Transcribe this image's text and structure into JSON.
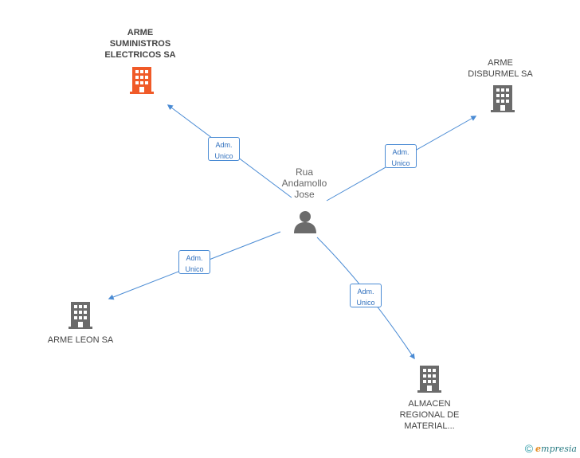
{
  "center": {
    "name": "Rua\nAndamollo\nJose",
    "icon": "person-icon"
  },
  "nodes": [
    {
      "id": "arme-suministros",
      "name": "ARME\nSUMINISTROS\nELECTRICOS SA",
      "icon": "building-icon",
      "color": "#f05a28",
      "highlight": true
    },
    {
      "id": "arme-disburmel",
      "name": "ARME\nDISBURMEL SA",
      "icon": "building-icon",
      "color": "#6b6b6b",
      "highlight": false
    },
    {
      "id": "arme-leon",
      "name": "ARME LEON SA",
      "icon": "building-icon",
      "color": "#6b6b6b",
      "highlight": false
    },
    {
      "id": "almacen-regional",
      "name": "ALMACEN\nREGIONAL DE\nMATERIAL...",
      "icon": "building-icon",
      "color": "#6b6b6b",
      "highlight": false
    }
  ],
  "edges": [
    {
      "line1": "Adm.",
      "line2": "Unico"
    },
    {
      "line1": "Adm.",
      "line2": "Unico"
    },
    {
      "line1": "Adm.",
      "line2": "Unico"
    },
    {
      "line1": "Adm.",
      "line2": "Unico"
    }
  ],
  "footer": {
    "copyright": "©",
    "brand_e": "e",
    "brand_rest": "mpresia"
  },
  "colors": {
    "edge": "#4a8bd4",
    "person": "#6b6b6b"
  }
}
